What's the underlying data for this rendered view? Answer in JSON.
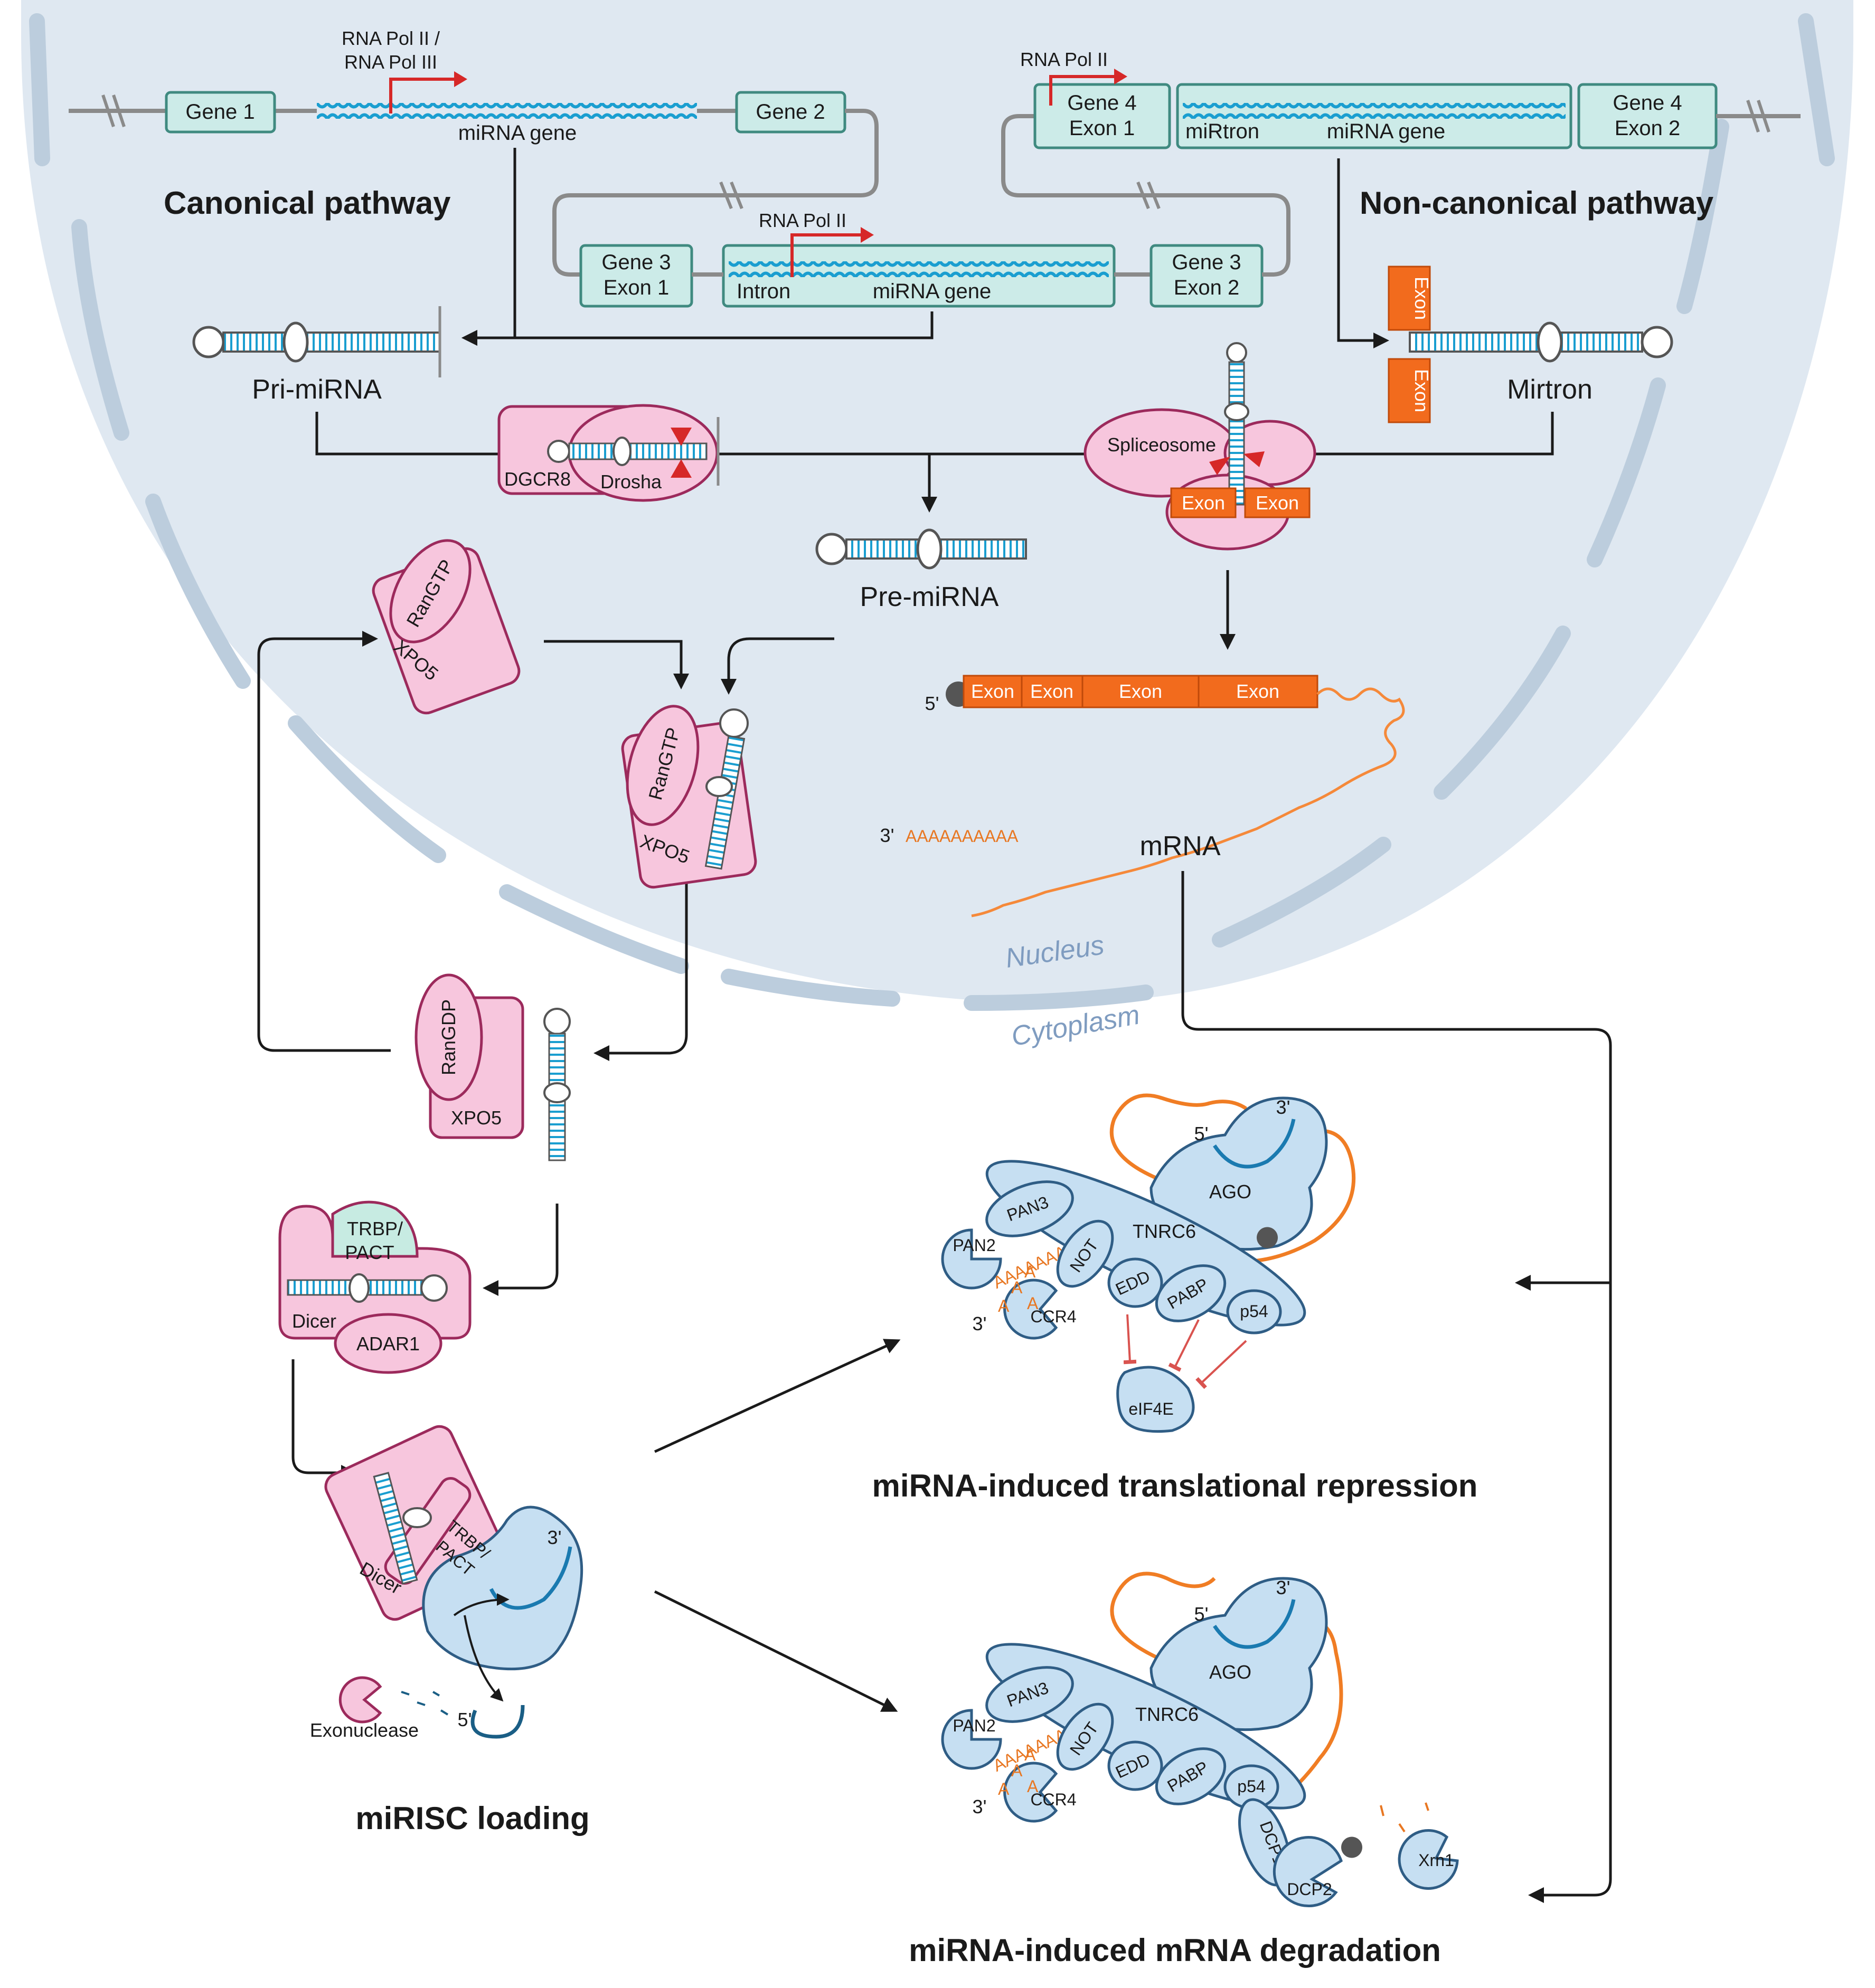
{
  "titles": {
    "canonical": "Canonical pathway",
    "non_canonical": "Non-canonical pathway",
    "translational": "miRNA-induced translational repression",
    "degradation": "miRNA-induced mRNA degradation",
    "mirisc": "miRISC loading"
  },
  "genes": {
    "gene1": "Gene 1",
    "gene2": "Gene 2",
    "gene3_exon1_a": "Gene 3",
    "gene3_exon1_b": "Exon 1",
    "gene3_exon2_a": "Gene 3",
    "gene3_exon2_b": "Exon 2",
    "gene4_exon1_a": "Gene 4",
    "gene4_exon1_b": "Exon 1",
    "gene4_exon2_a": "Gene 4",
    "gene4_exon2_b": "Exon 2",
    "intron": "Intron",
    "mirtron": "miRtron",
    "mirna_gene": "miRNA gene"
  },
  "polymerases": {
    "pol_a": "RNA Pol II /",
    "pol_b": "RNA Pol III",
    "pol_ii": "RNA Pol II"
  },
  "rnas": {
    "pri_mirna": "Pri-miRNA",
    "pre_mirna": "Pre-miRNA",
    "mirtron": "Mirtron",
    "mrna": "mRNA",
    "exon": "Exon",
    "five_prime": "5'",
    "three_prime": "3'",
    "polya": "AAAAAAAAAA",
    "polya_short": "AAAAAAA",
    "a": "A"
  },
  "proteins": {
    "dgcr8": "DGCR8",
    "drosha": "Drosha",
    "spliceosome": "Spliceosome",
    "rangtp": "RanGTP",
    "rangdp": "RanGDP",
    "xpo5": "XPO5",
    "trbp_a": "TRBP/",
    "trbp_b": "PACT",
    "dicer": "Dicer",
    "adar1": "ADAR1",
    "exonuclease": "Exonuclease",
    "ago": "AGO",
    "tnrc6": "TNRC6",
    "pan2": "PAN2",
    "pan3": "PAN3",
    "not": "NOT",
    "ccr4": "CCR4",
    "edd": "EDD",
    "pabp": "PABP",
    "p54": "p54",
    "eif4e": "eIF4E",
    "dcp1": "DCP1",
    "dcp2": "DCP2",
    "xrn1": "Xrn1"
  },
  "compartments": {
    "nucleus": "Nucleus",
    "cytoplasm": "Cytoplasm"
  },
  "colors": {
    "nucleus_fill": "#dfe8f1",
    "membrane": "#bccddd",
    "gene_box": "#ccebe8",
    "gene_border": "#3f8a80",
    "pink": "#f7c6dd",
    "pink_border": "#9c2a5c",
    "blue_protein": "#c6dff2",
    "blue_border": "#2f5d85",
    "exon_orange": "#f26b1d",
    "rna_cyan": "#1a9ed0",
    "arrow": "#1a1a1a",
    "pol_red": "#d62828"
  }
}
